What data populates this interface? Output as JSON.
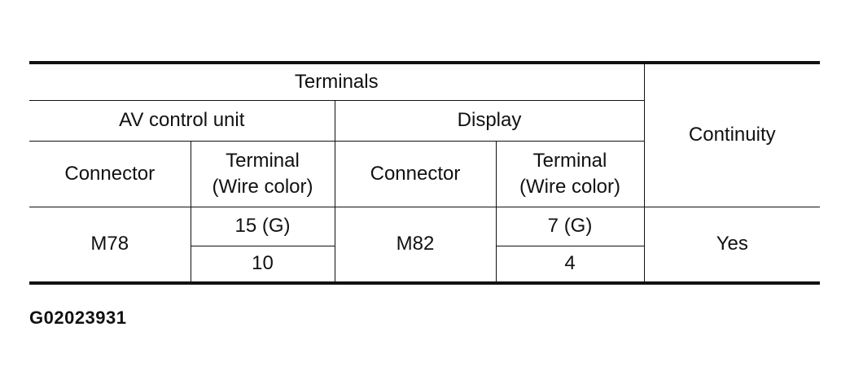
{
  "table": {
    "header_terminals": "Terminals",
    "header_av_control_unit": "AV control unit",
    "header_display": "Display",
    "header_continuity": "Continuity",
    "col_connector_1": "Connector",
    "col_terminal_1_line1": "Terminal",
    "col_terminal_1_line2": "(Wire color)",
    "col_connector_2": "Connector",
    "col_terminal_2_line1": "Terminal",
    "col_terminal_2_line2": "(Wire color)",
    "rows": [
      {
        "av_connector": "M78",
        "av_terminals": [
          "15 (G)",
          "10"
        ],
        "display_connector": "M82",
        "display_terminals": [
          "7 (G)",
          "4"
        ],
        "continuity": "Yes"
      }
    ]
  },
  "figure_id": "G02023931"
}
